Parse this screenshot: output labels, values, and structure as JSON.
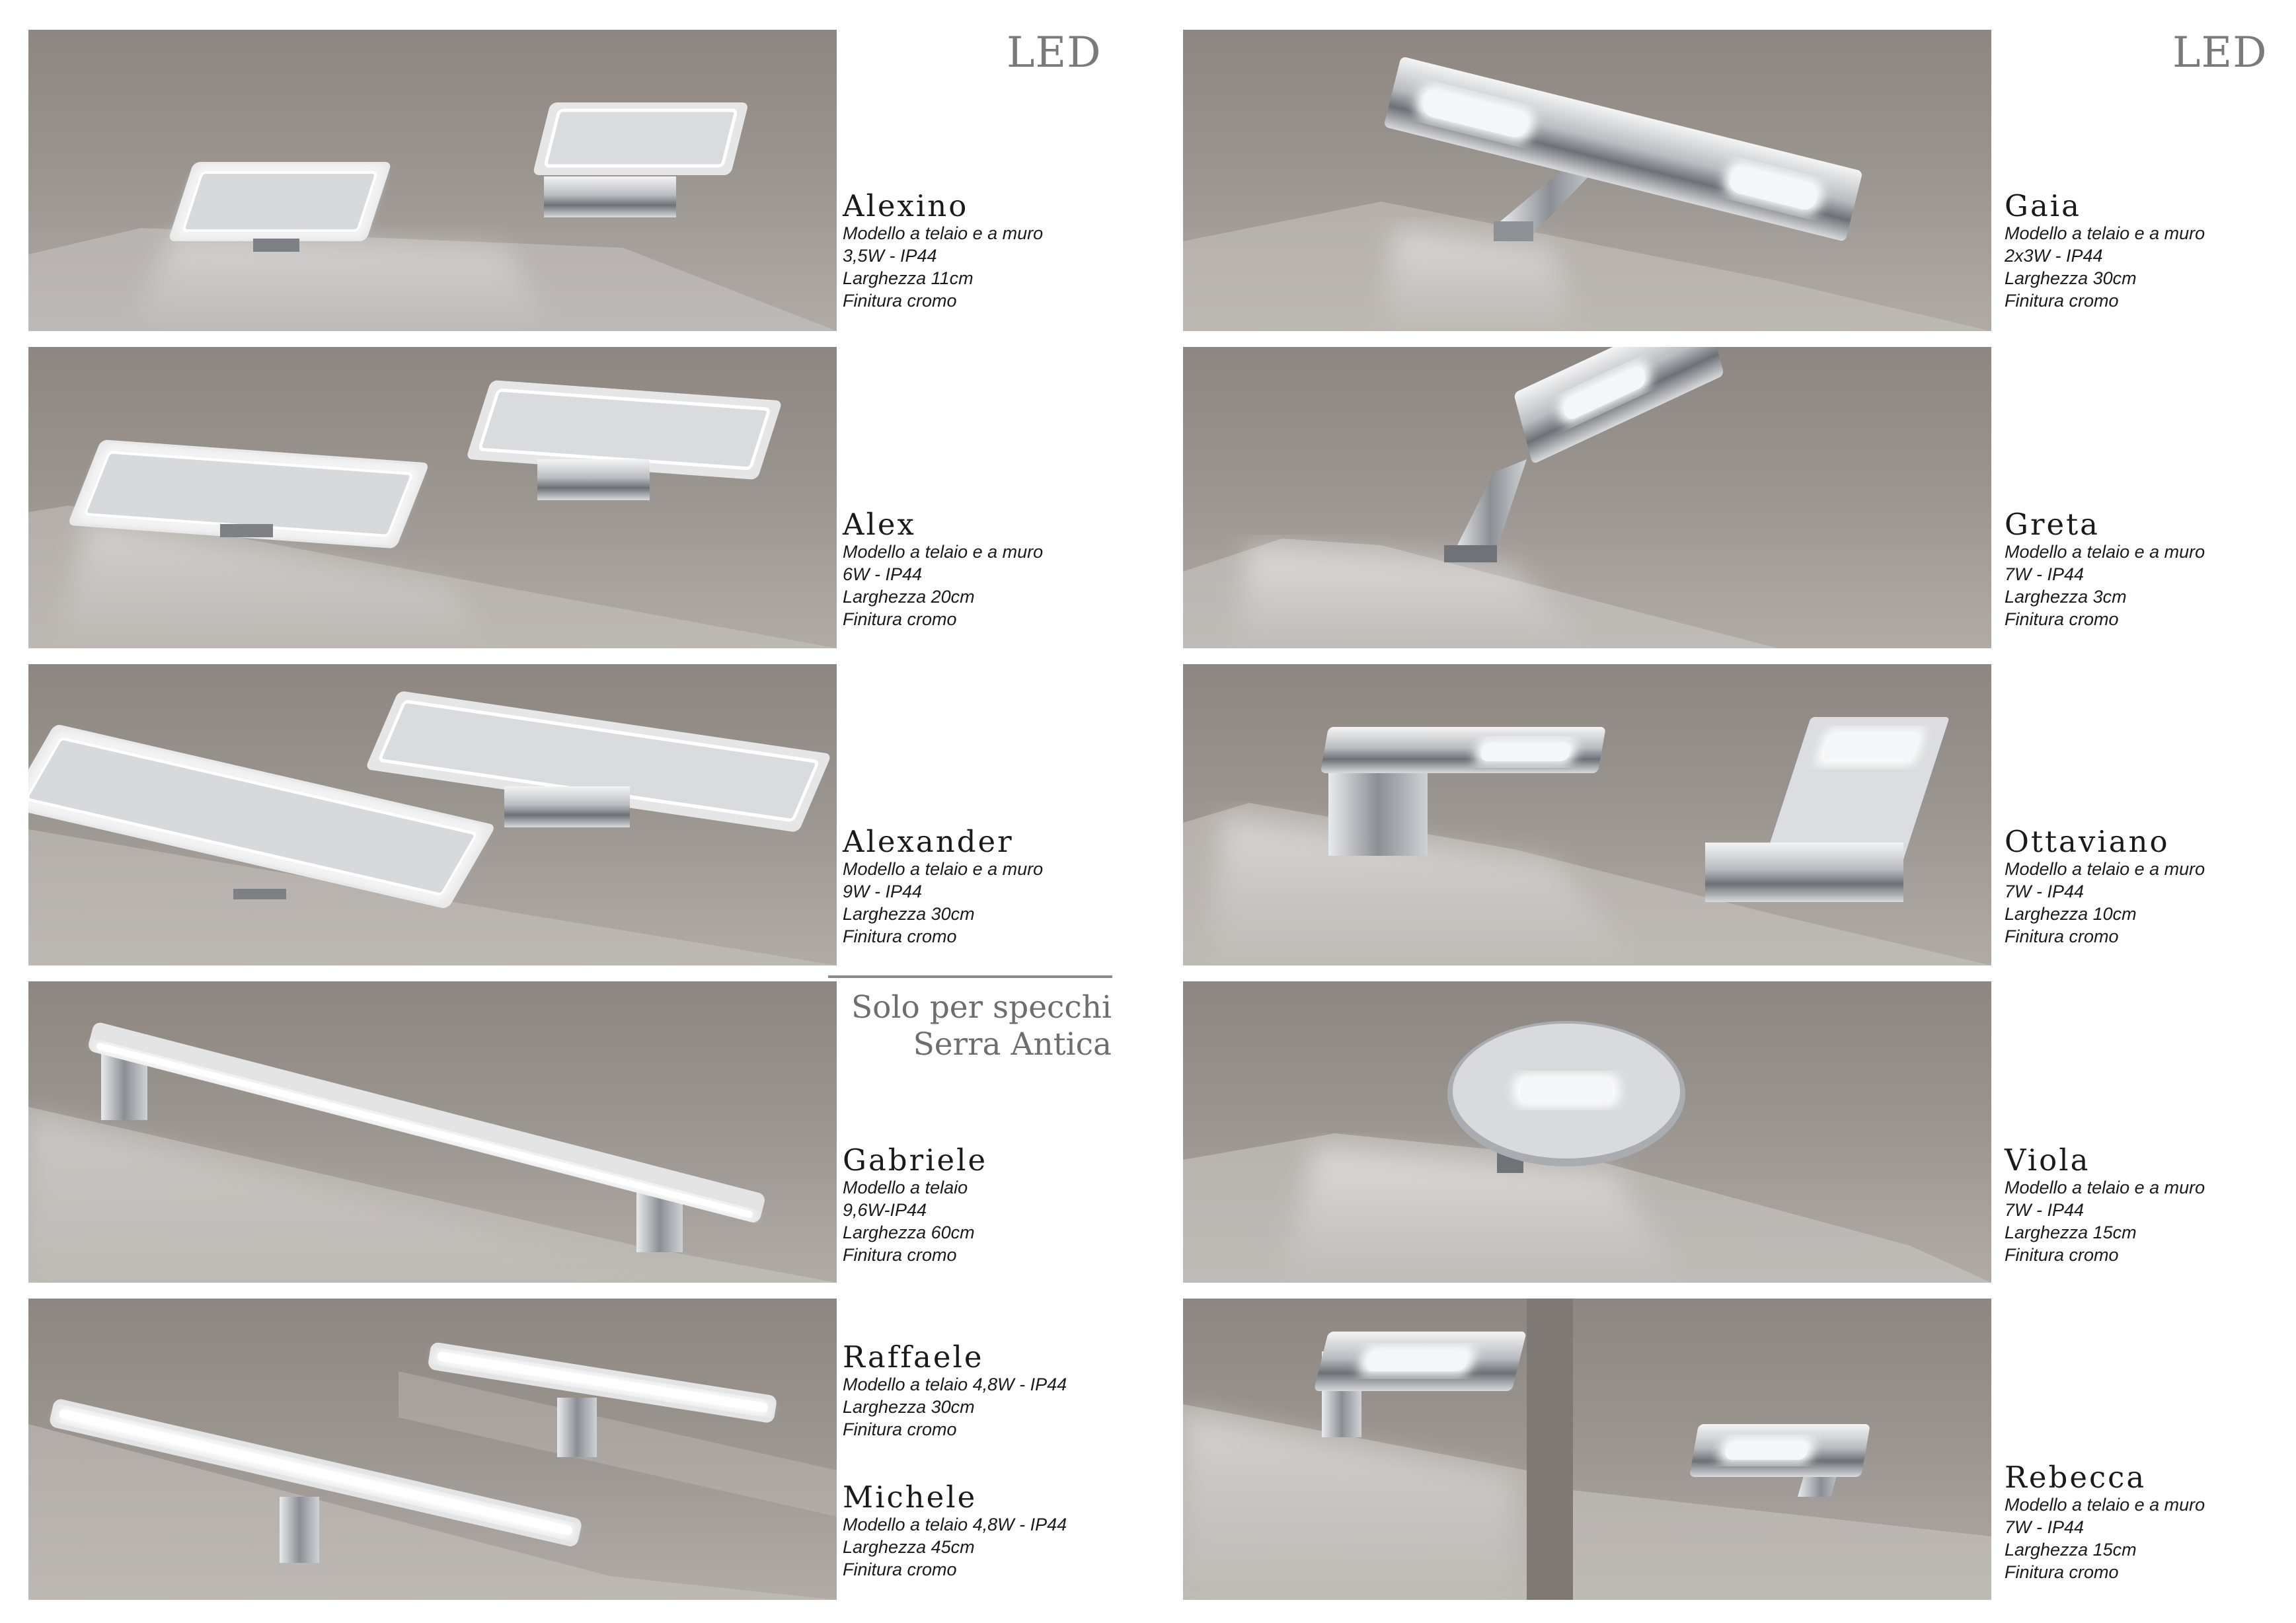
{
  "header": {
    "led_left": "LED",
    "led_right": "LED"
  },
  "note": {
    "line1": "Solo per specchi",
    "line2": "Serra Antica"
  },
  "products": {
    "alexino": {
      "name": "Alexino",
      "specs": [
        "Modello a telaio e a muro",
        "3,5W - IP44",
        "Larghezza 11cm",
        "Finitura cromo"
      ]
    },
    "alex": {
      "name": "Alex",
      "specs": [
        "Modello a telaio e a muro",
        "6W - IP44",
        "Larghezza 20cm",
        "Finitura cromo"
      ]
    },
    "alexander": {
      "name": "Alexander",
      "specs": [
        "Modello a telaio e a muro",
        "9W - IP44",
        "Larghezza 30cm",
        "Finitura cromo"
      ]
    },
    "gabriele": {
      "name": "Gabriele",
      "specs": [
        "Modello a telaio",
        "9,6W-IP44",
        "Larghezza 60cm",
        "Finitura cromo"
      ]
    },
    "raffaele": {
      "name": "Raffaele",
      "specs": [
        "Modello a telaio 4,8W - IP44",
        "Larghezza 30cm",
        "Finitura cromo"
      ]
    },
    "michele": {
      "name": "Michele",
      "specs": [
        "Modello a telaio 4,8W - IP44",
        "Larghezza 45cm",
        "Finitura cromo"
      ]
    },
    "gaia": {
      "name": "Gaia",
      "specs": [
        "Modello a telaio e a muro",
        "2x3W - IP44",
        "Larghezza 30cm",
        "Finitura cromo"
      ]
    },
    "greta": {
      "name": "Greta",
      "specs": [
        "Modello a telaio e a muro",
        "7W - IP44",
        "Larghezza 3cm",
        "Finitura cromo"
      ]
    },
    "ottaviano": {
      "name": "Ottaviano",
      "specs": [
        "Modello a telaio e a muro",
        "7W - IP44",
        "Larghezza 10cm",
        "Finitura cromo"
      ]
    },
    "viola": {
      "name": "Viola",
      "specs": [
        "Modello a telaio e a muro",
        "7W - IP44",
        "Larghezza 15cm",
        "Finitura cromo"
      ]
    },
    "rebecca": {
      "name": "Rebecca",
      "specs": [
        "Modello a telaio e a muro",
        "7W - IP44",
        "Larghezza 15cm",
        "Finitura cromo"
      ]
    }
  }
}
